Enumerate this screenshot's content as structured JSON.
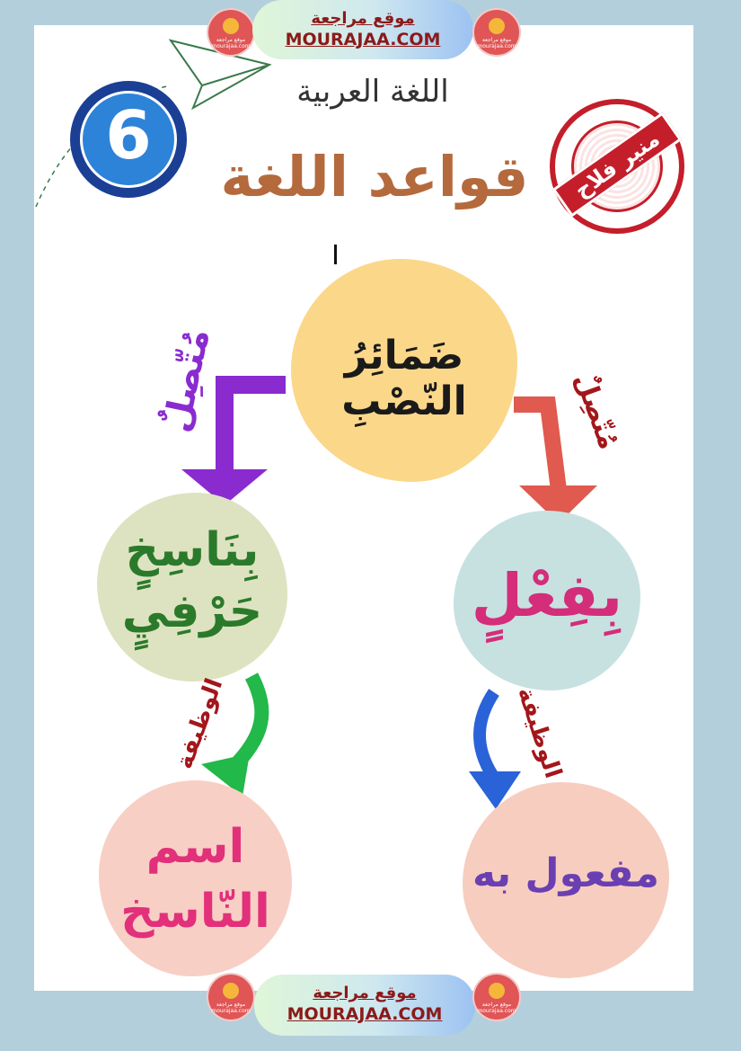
{
  "banner": {
    "arabic": "موقع مراجعة",
    "latin": "MOURAJAA.COM"
  },
  "logo": {
    "caption": "موقع مراجعة mourajaa.com"
  },
  "header": {
    "grade": "6",
    "subject": "اللغة العربية",
    "title": "قواعد اللغة",
    "stamp": "منير فلاح"
  },
  "mark": "ا",
  "diagram": {
    "center": "ضَمَائِرُ النّصْبِ",
    "left_branch": "مُتّصِلٌ",
    "right_branch": "مُتّصِلٌ",
    "left_node": [
      "بِنَاسِخٍ",
      "حَرْفِيٍ"
    ],
    "right_node": "بِفِعْلٍ",
    "function_label": "الوظيفة",
    "left_result": [
      "اسم",
      "النّاسخ"
    ],
    "right_result": "مفعول به"
  },
  "colors": {
    "background": "#b3cfdc",
    "title": "#b46a3c",
    "arrow_purple": "#8a2bd0",
    "arrow_red": "#e05a4f",
    "arrow_green": "#22b84a",
    "arrow_blue": "#2a62d8"
  }
}
